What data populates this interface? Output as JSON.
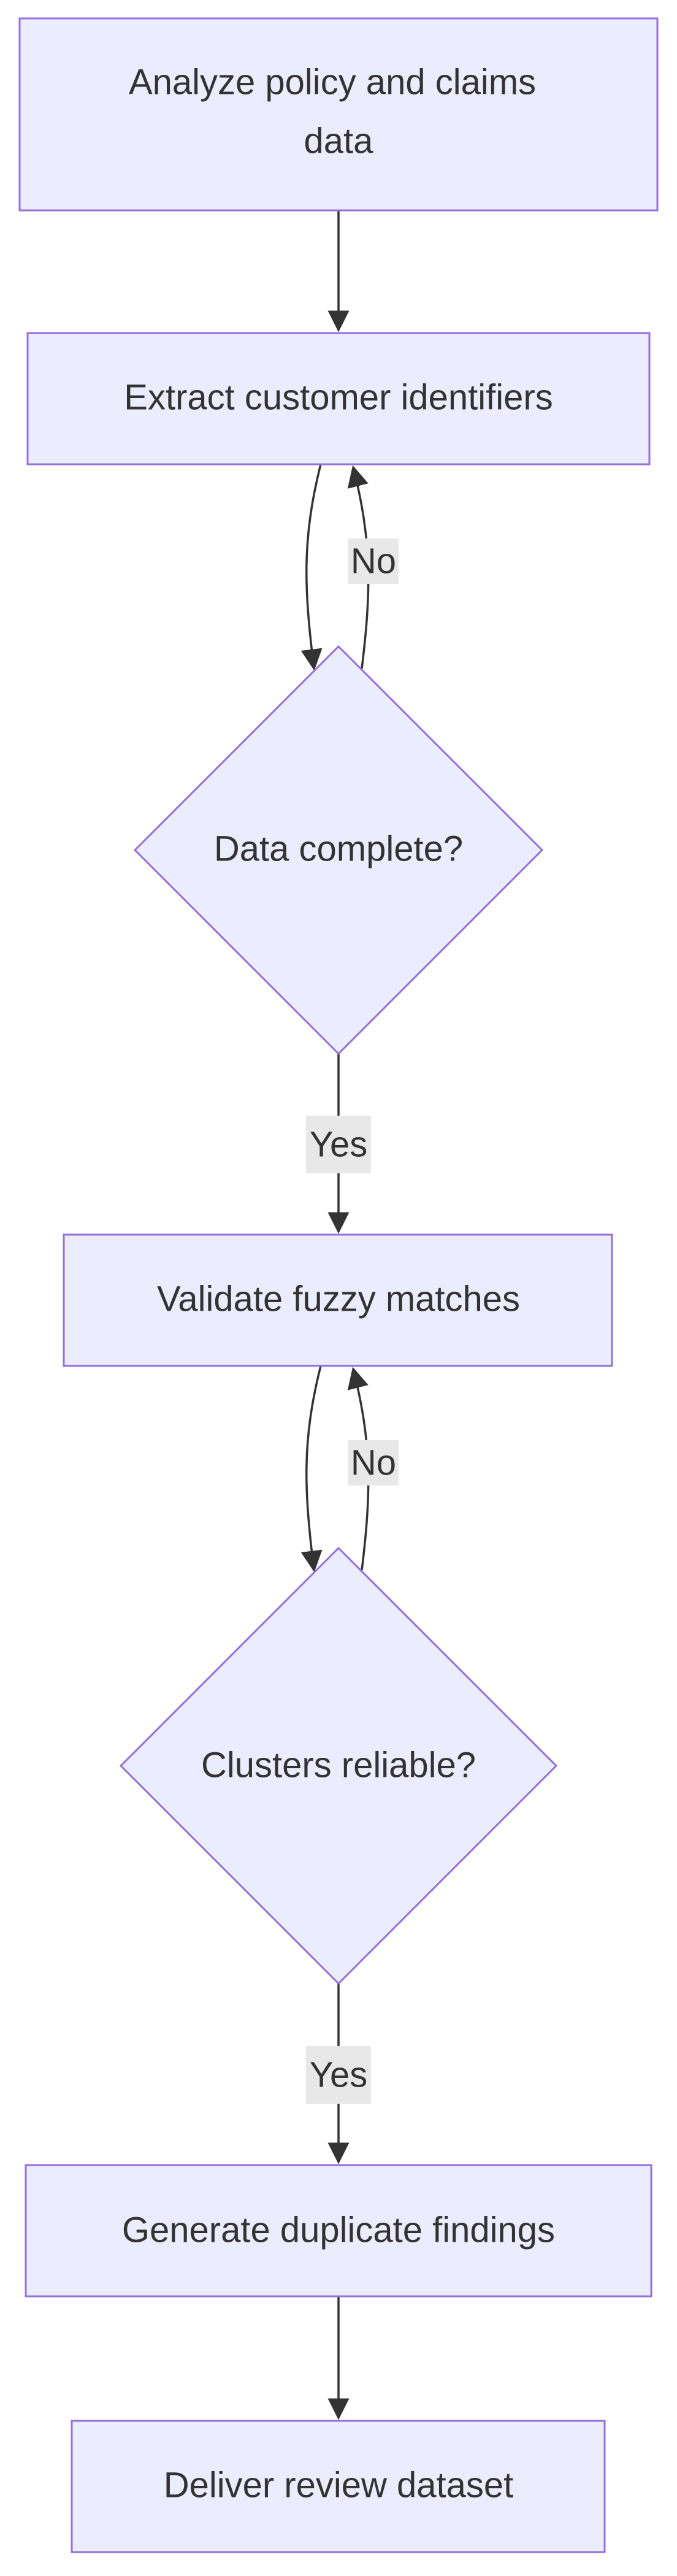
{
  "flowchart": {
    "nodes": {
      "analyze": {
        "line1": "Analyze policy and claims",
        "line2": "data"
      },
      "extract": {
        "label": "Extract customer identifiers"
      },
      "data_complete": {
        "label": "Data complete?"
      },
      "validate": {
        "label": "Validate fuzzy matches"
      },
      "clusters_reliable": {
        "label": "Clusters reliable?"
      },
      "generate": {
        "label": "Generate duplicate findings"
      },
      "deliver": {
        "label": "Deliver review dataset"
      }
    },
    "edges": {
      "extract_no": "No",
      "data_complete_yes": "Yes",
      "validate_no": "No",
      "clusters_reliable_yes": "Yes"
    }
  }
}
